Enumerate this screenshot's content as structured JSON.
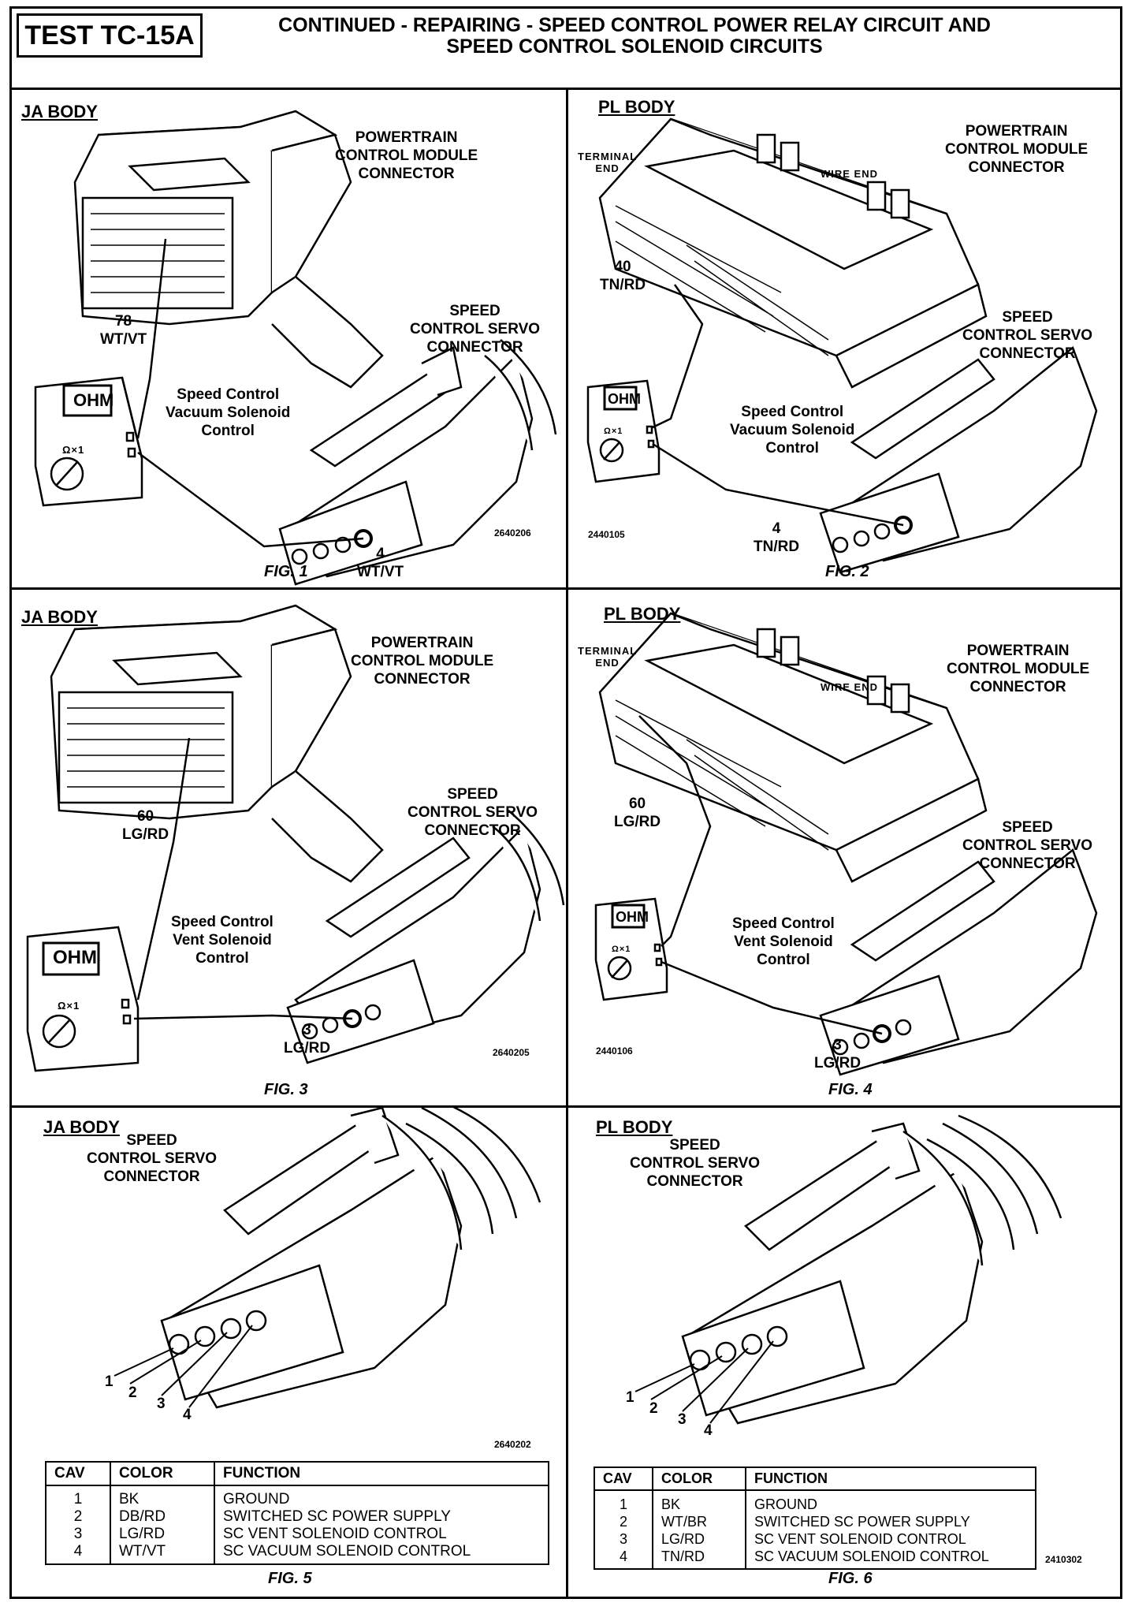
{
  "header": {
    "test_id": "TEST TC-15A",
    "title_line1": "CONTINUED -  REPAIRING - SPEED CONTROL POWER RELAY CIRCUIT AND",
    "title_line2": "SPEED CONTROL SOLENOID CIRCUITS"
  },
  "fig1": {
    "body": "JA BODY",
    "pcm_line1": "POWERTRAIN",
    "pcm_line2": "CONTROL MODULE",
    "pcm_line3": "CONNECTOR",
    "servo_line1": "SPEED",
    "servo_line2": "CONTROL SERVO",
    "servo_line3": "CONNECTOR",
    "circuit_line1": "Speed Control",
    "circuit_line2": "Vacuum Solenoid",
    "circuit_line3": "Control",
    "pin_pcm": "78",
    "wire_pcm": "WT/VT",
    "pin_servo": "4",
    "wire_servo": "WT/VT",
    "meter": "OHM",
    "meter_range": "Ω×1",
    "ref": "2640206",
    "caption": "FIG. 1"
  },
  "fig2": {
    "body": "PL BODY",
    "terminal_end_1": "TERMINAL",
    "terminal_end_2": "END",
    "wire_end": "WIRE  END",
    "pcm_line1": "POWERTRAIN",
    "pcm_line2": "CONTROL MODULE",
    "pcm_line3": "CONNECTOR",
    "servo_line1": "SPEED",
    "servo_line2": "CONTROL SERVO",
    "servo_line3": "CONNECTOR",
    "circuit_line1": "Speed Control",
    "circuit_line2": "Vacuum Solenoid",
    "circuit_line3": "Control",
    "pin_pcm": "40",
    "wire_pcm": "TN/RD",
    "pin_servo": "4",
    "wire_servo": "TN/RD",
    "meter": "OHM",
    "meter_range": "Ω×1",
    "ref": "2440105",
    "caption": "FIG. 2"
  },
  "fig3": {
    "body": "JA BODY",
    "pcm_line1": "POWERTRAIN",
    "pcm_line2": "CONTROL MODULE",
    "pcm_line3": "CONNECTOR",
    "servo_line1": "SPEED",
    "servo_line2": "CONTROL SERVO",
    "servo_line3": "CONNECTOR",
    "circuit_line1": "Speed Control",
    "circuit_line2": "Vent Solenoid",
    "circuit_line3": "Control",
    "pin_pcm": "60",
    "wire_pcm": "LG/RD",
    "pin_servo": "3",
    "wire_servo": "LG/RD",
    "meter": "OHM",
    "meter_range": "Ω×1",
    "ref": "2640205",
    "caption": "FIG. 3"
  },
  "fig4": {
    "body": "PL BODY",
    "terminal_end_1": "TERMINAL",
    "terminal_end_2": "END",
    "wire_end": "WIRE  END",
    "pcm_line1": "POWERTRAIN",
    "pcm_line2": "CONTROL MODULE",
    "pcm_line3": "CONNECTOR",
    "servo_line1": "SPEED",
    "servo_line2": "CONTROL SERVO",
    "servo_line3": "CONNECTOR",
    "circuit_line1": "Speed Control",
    "circuit_line2": "Vent Solenoid",
    "circuit_line3": "Control",
    "pin_pcm": "60",
    "wire_pcm": "LG/RD",
    "pin_servo": "3",
    "wire_servo": "LG/RD",
    "meter": "OHM",
    "meter_range": "Ω×1",
    "ref": "2440106",
    "caption": "FIG. 4"
  },
  "fig5": {
    "body": "JA BODY",
    "servo_line1": "SPEED",
    "servo_line2": "CONTROL SERVO",
    "servo_line3": "CONNECTOR",
    "pins": [
      "1",
      "2",
      "3",
      "4"
    ],
    "ref": "2640202",
    "caption": "FIG. 5",
    "table": {
      "headers": [
        "CAV",
        "COLOR",
        "FUNCTION"
      ],
      "rows": [
        [
          "1",
          "BK",
          "GROUND"
        ],
        [
          "2",
          "DB/RD",
          "SWITCHED SC POWER SUPPLY"
        ],
        [
          "3",
          "LG/RD",
          "SC VENT SOLENOID CONTROL"
        ],
        [
          "4",
          "WT/VT",
          "SC VACUUM SOLENOID CONTROL"
        ]
      ]
    }
  },
  "fig6": {
    "body": "PL BODY",
    "servo_line1": "SPEED",
    "servo_line2": "CONTROL SERVO",
    "servo_line3": "CONNECTOR",
    "pins": [
      "1",
      "2",
      "3",
      "4"
    ],
    "ref": "2410302",
    "caption": "FIG. 6",
    "table": {
      "headers": [
        "CAV",
        "COLOR",
        "FUNCTION"
      ],
      "rows": [
        [
          "1",
          "BK",
          "GROUND"
        ],
        [
          "2",
          "WT/BR",
          "SWITCHED SC POWER SUPPLY"
        ],
        [
          "3",
          "LG/RD",
          "SC VENT SOLENOID CONTROL"
        ],
        [
          "4",
          "TN/RD",
          "SC VACUUM SOLENOID CONTROL"
        ]
      ]
    }
  }
}
